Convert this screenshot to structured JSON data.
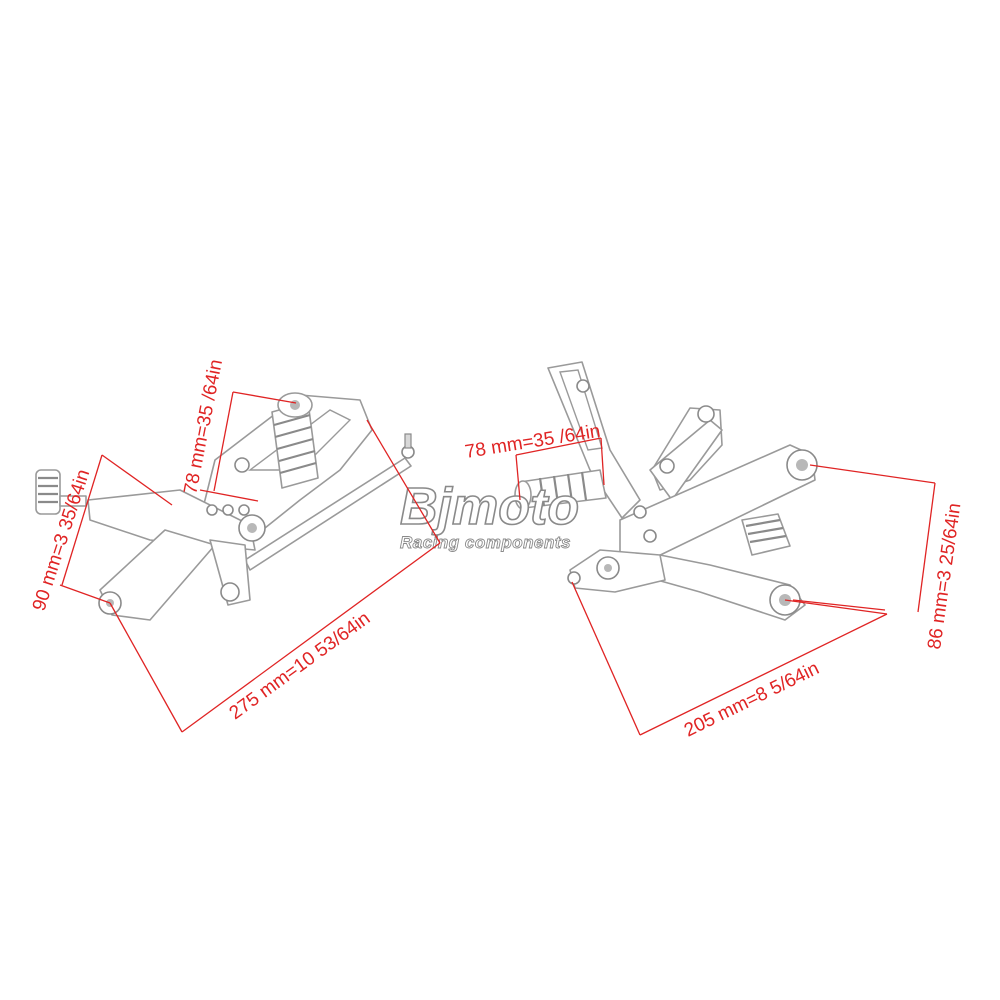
{
  "logo": {
    "name": "Bjmoto",
    "tagline": "Racing components"
  },
  "left_part": {
    "dimensions": {
      "height_peg": "78 mm=35 /64in",
      "height_lever": "90 mm=3 35/64in",
      "length": "275 mm=10 53/64in"
    }
  },
  "right_part": {
    "dimensions": {
      "height_peg": "78 mm=35 /64in",
      "height_link": "86 mm=3 25/64in",
      "length": "205 mm=8 5/64in"
    }
  },
  "colors": {
    "dimension_line": "#e02424",
    "outline": "#9a9a9a"
  }
}
